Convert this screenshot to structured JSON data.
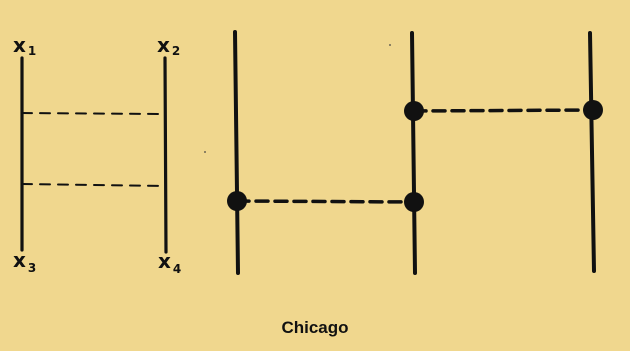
{
  "diagram": {
    "left_labels": {
      "top_left": {
        "letter": "x",
        "subscript": "1"
      },
      "top_right": {
        "letter": "x",
        "subscript": "2"
      },
      "bottom_left": {
        "letter": "x",
        "subscript": "3"
      },
      "bottom_right": {
        "letter": "x",
        "subscript": "4"
      }
    }
  },
  "caption": "Chicago",
  "colors": {
    "background": "#f0d78e",
    "ink": "#111111"
  }
}
